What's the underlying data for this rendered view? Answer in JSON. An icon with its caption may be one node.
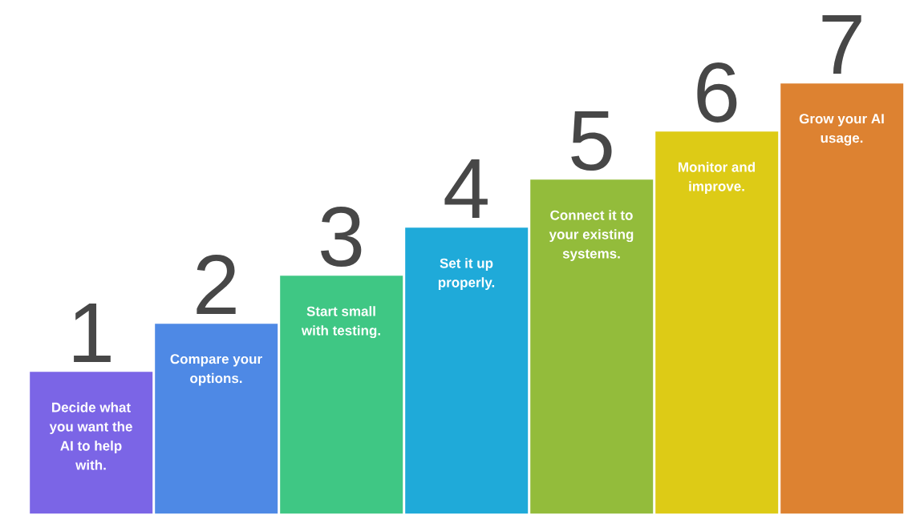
{
  "diagram": {
    "nodes": [
      {
        "text": [
          "1",
          "Decide what you want the AI to help with."
        ]
      },
      {
        "text": [
          "2",
          "Compare your options."
        ]
      },
      {
        "text": [
          "3",
          "Start small with testing."
        ]
      },
      {
        "text": [
          "4",
          "Set it up properly."
        ]
      },
      {
        "text": [
          "5",
          "Connect it to your existing systems."
        ]
      },
      {
        "text": [
          "6",
          "Monitor and improve."
        ]
      },
      {
        "text": [
          "7",
          "Grow your AI usage."
        ]
      }
    ]
  }
}
